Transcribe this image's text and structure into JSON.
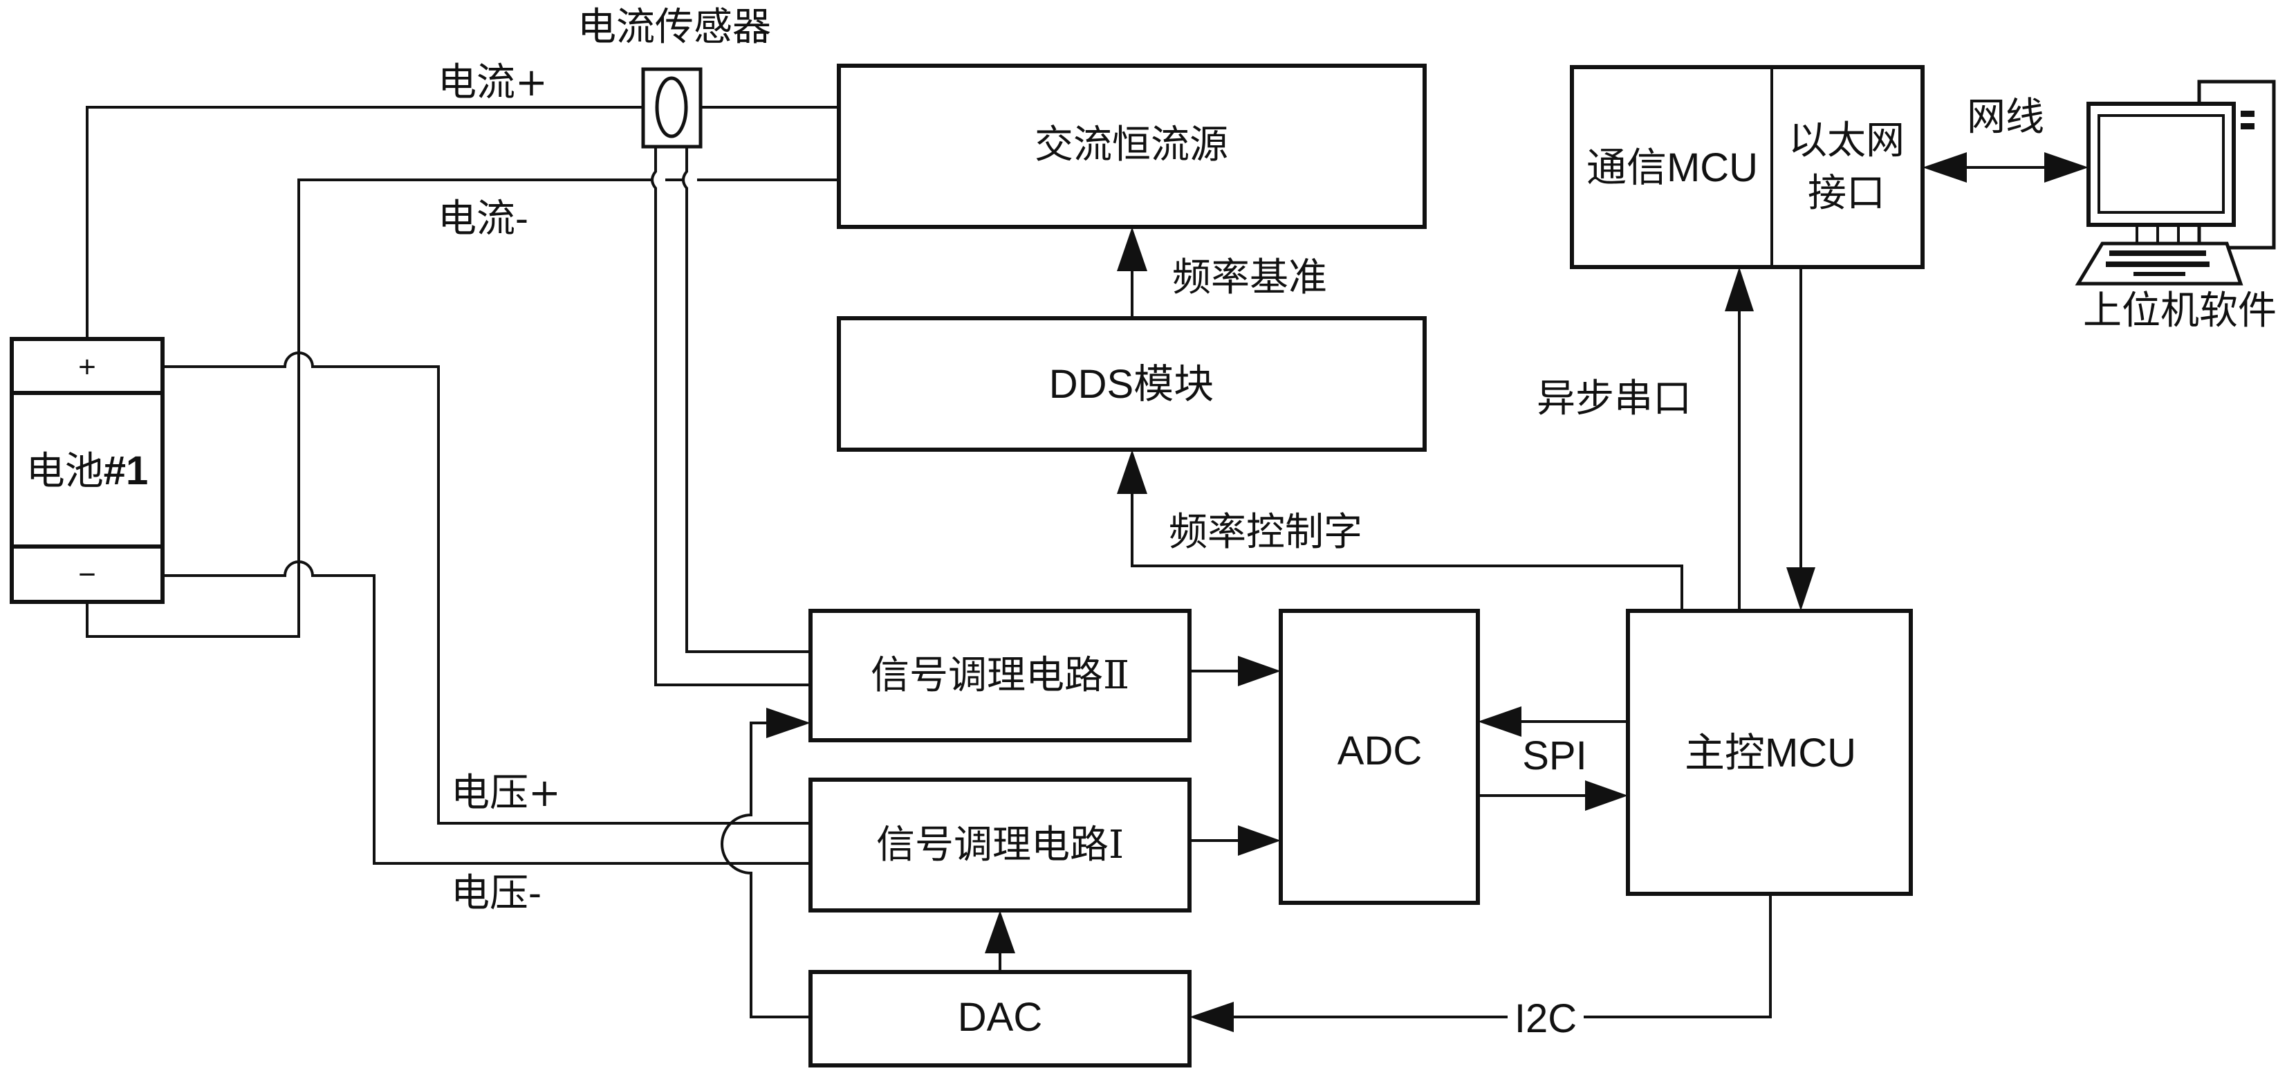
{
  "diagram": {
    "title": "Battery impedance measurement system block diagram",
    "blocks": {
      "battery": {
        "label_cn": "电池",
        "label_num": "#1",
        "plus": "+",
        "minus": "−"
      },
      "current_sensor": {
        "label": "电流传感器"
      },
      "ac_source": {
        "label": "交流恒流源"
      },
      "dds": {
        "label": "DDS模块"
      },
      "comm_mcu": {
        "label": "通信MCU"
      },
      "ethernet": {
        "line1": "以太网",
        "line2": "接口"
      },
      "pc": {
        "label": "上位机软件"
      },
      "cond2": {
        "label": "信号调理电路Ⅱ"
      },
      "cond1": {
        "label": "信号调理电路Ⅰ"
      },
      "adc": {
        "label": "ADC"
      },
      "main_mcu": {
        "label": "主控MCU"
      },
      "dac": {
        "label": "DAC"
      }
    },
    "signals": {
      "current_plus": "电流+",
      "current_minus": "电流-",
      "voltage_plus": "电压+",
      "voltage_minus": "电压-",
      "freq_ref": "频率基准",
      "freq_word": "频率控制字",
      "uart": "异步串口",
      "network_cable": "网线",
      "spi": "SPI",
      "i2c": "I2C"
    },
    "colors": {
      "line": "#111111",
      "background": "#ffffff"
    }
  }
}
